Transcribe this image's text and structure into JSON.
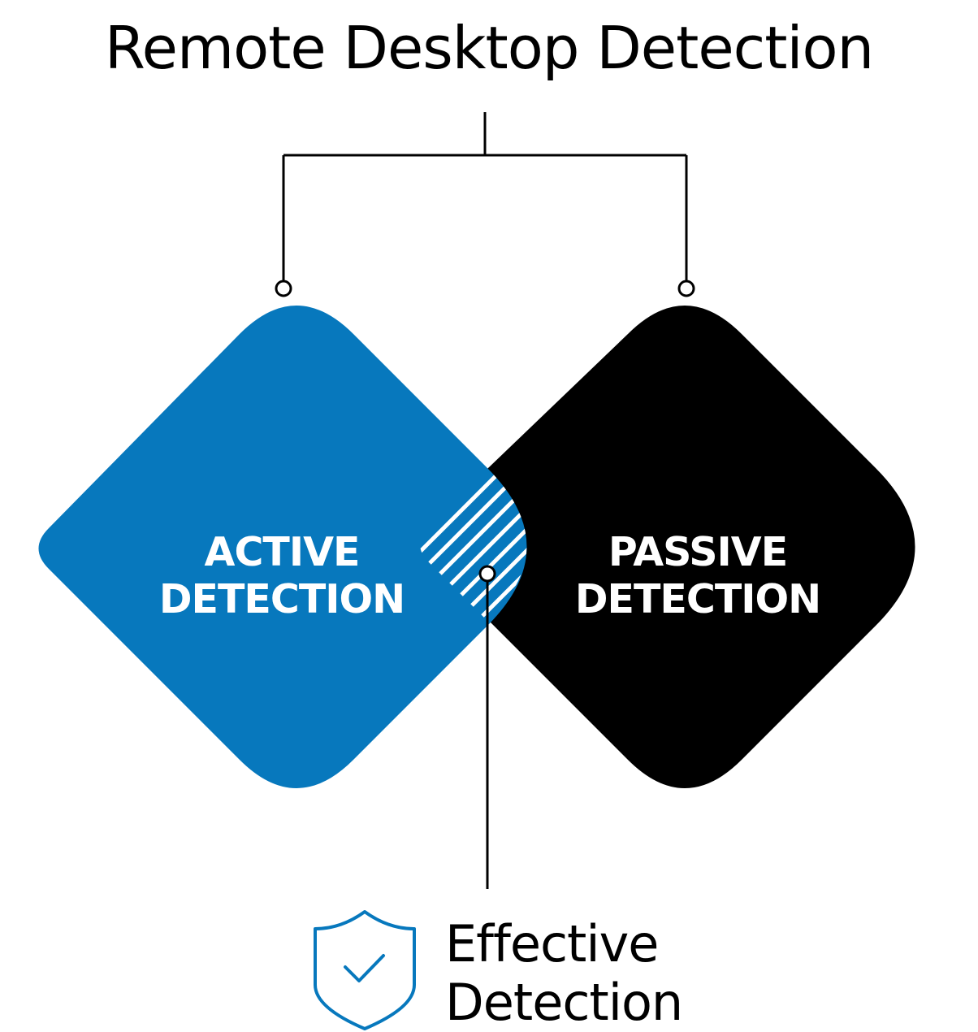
{
  "title": "Remote Desktop Detection",
  "active": {
    "line1": "ACTIVE",
    "line2": "DETECTION",
    "color": "#0778bd"
  },
  "passive": {
    "line1": "PASSIVE",
    "line2": "DETECTION",
    "color": "#000000"
  },
  "result": {
    "line1": "Effective",
    "line2": "Detection",
    "icon": "shield-check-icon",
    "icon_color": "#0778bd"
  }
}
